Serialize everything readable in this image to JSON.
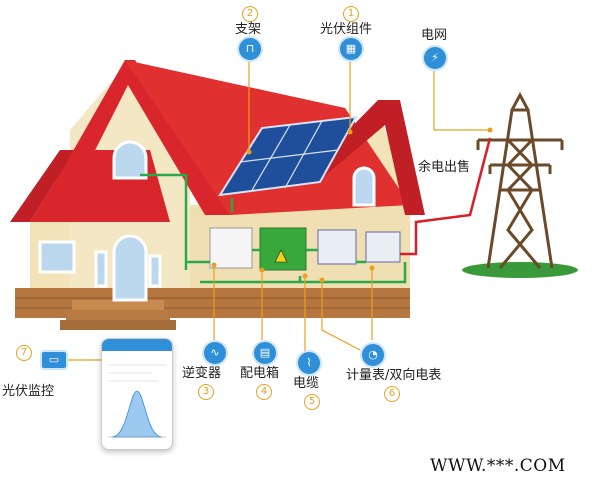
{
  "labels": {
    "pv_module": "光伏组件",
    "bracket": "支架",
    "grid": "电网",
    "surplus": "余电出售",
    "inverter": "逆变器",
    "distribution_box": "配电箱",
    "cable": "电缆",
    "meter": "计量表/双向电表",
    "monitoring": "光伏监控"
  },
  "numbers": {
    "pv_module": "1",
    "bracket": "2",
    "inverter": "3",
    "distribution_box": "4",
    "cable": "5",
    "meter": "6",
    "monitoring": "7"
  },
  "watermark": "WWW.***.COM",
  "colors": {
    "roof": "#d9262c",
    "wall": "#f2e3b8",
    "brick": "#b5763f",
    "flow_green": "#2aa84a",
    "flow_red": "#d81f26",
    "icon_blue": "#2f8fd8",
    "number_orange": "#e8a020",
    "tower": "#6b4a2a"
  },
  "icons": {
    "pv_module": "solar-panel-icon",
    "bracket": "bracket-icon",
    "grid": "grid-tower-icon",
    "inverter": "sine-wave-icon",
    "distribution_box": "breaker-box-icon",
    "cable": "cable-icon",
    "meter": "meter-icon",
    "monitoring": "monitor-phone-icon"
  }
}
